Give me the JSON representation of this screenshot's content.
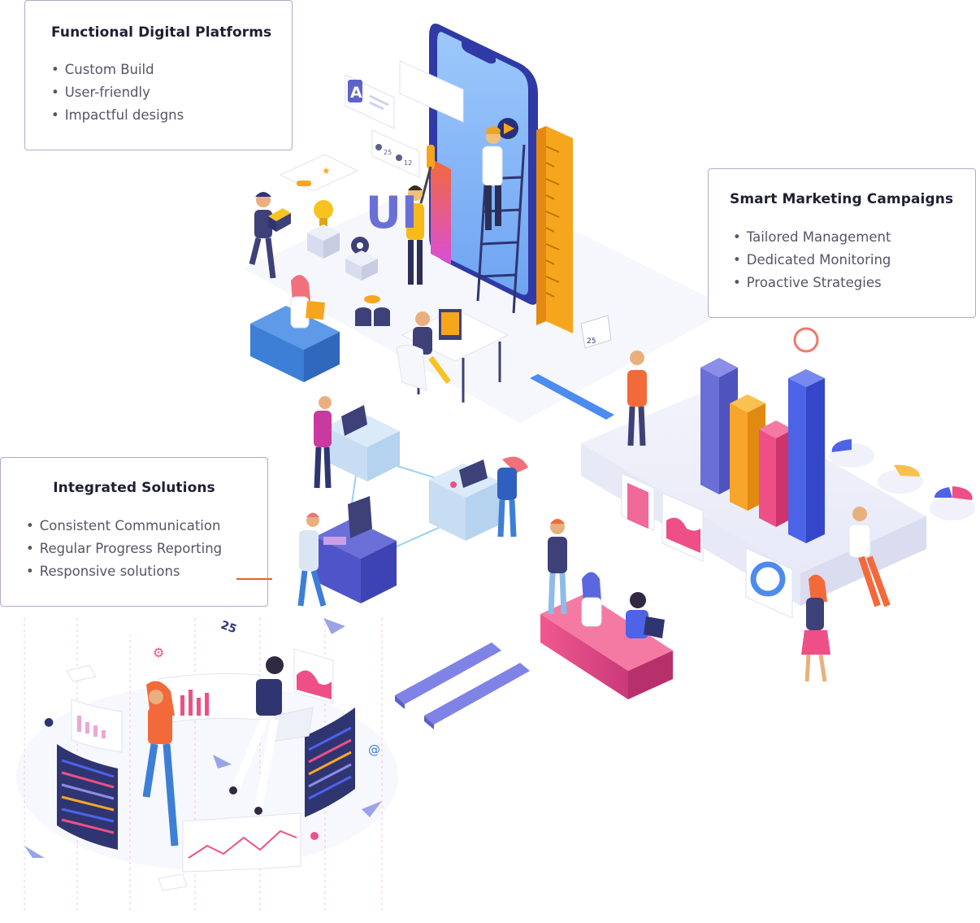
{
  "cards": {
    "functional_digital_platforms": {
      "title": "Functional Digital Platforms",
      "items": [
        "Custom Build",
        "User-friendly",
        "Impactful designs"
      ]
    },
    "smart_marketing_campaigns": {
      "title": "Smart Marketing Campaigns",
      "items": [
        "Tailored Management",
        "Dedicated Monitoring",
        "Proactive Strategies"
      ]
    },
    "integrated_solutions": {
      "title": "Integrated Solutions",
      "items": [
        "Consistent Communication",
        "Regular Progress Reporting",
        "Responsive solutions"
      ]
    }
  },
  "illustration": {
    "labels": {
      "ui_letters": "UI",
      "letter_a": "A",
      "like_count": "25",
      "comment_count": "12",
      "ruler_tag": "25",
      "floating_number": "25"
    },
    "colors": {
      "card_border": "#b7a6cf",
      "accent_line": "#e0622f",
      "phone_screen": "#8bbcf7",
      "phone_frame": "#2f3aa6",
      "ruler": "#f6a61d",
      "bar_purple": "#6a6fd6",
      "bar_orange": "#f7a52b",
      "bar_pink": "#ee4f86",
      "bar_blue": "#4d63e8",
      "bench_pink": "#e94a87",
      "platform_blue": "#3d7fd6"
    }
  }
}
